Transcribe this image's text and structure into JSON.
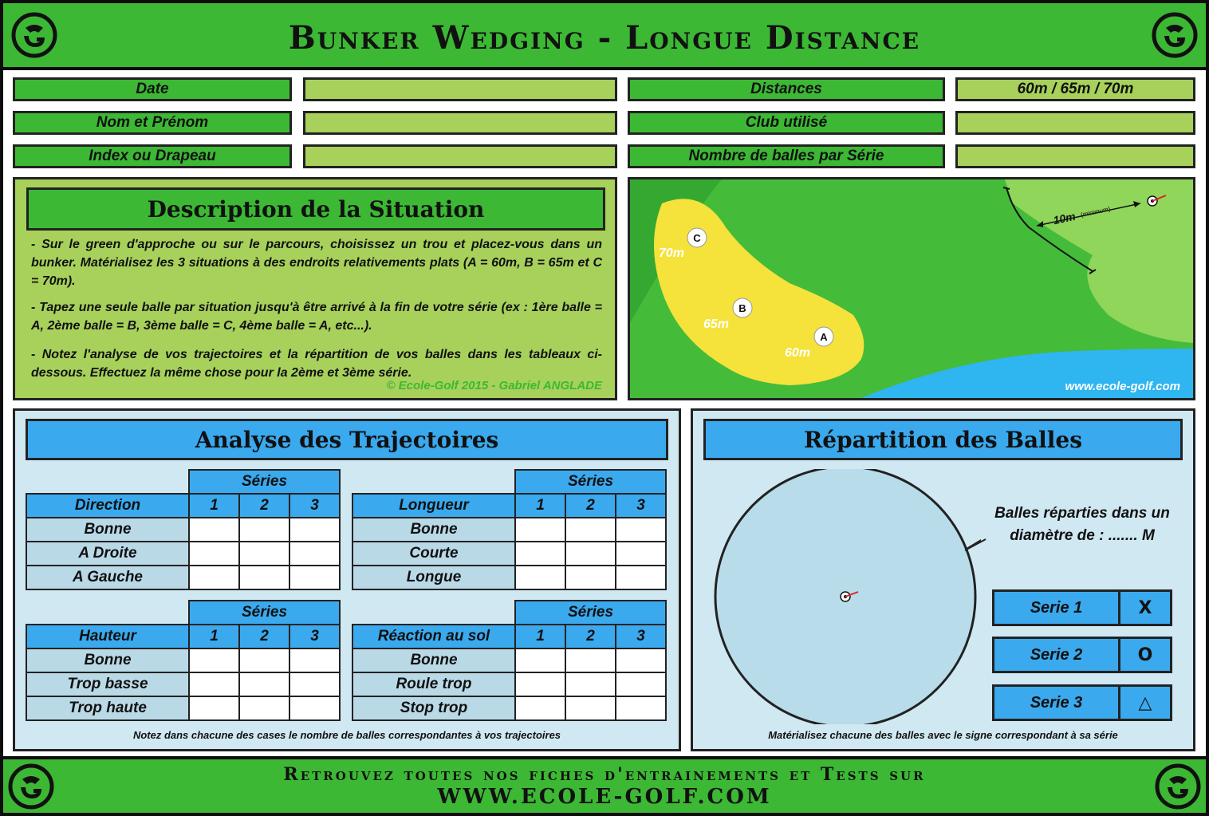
{
  "header": {
    "title": "Bunker Wedging - Longue Distance"
  },
  "info": {
    "date_label": "Date",
    "name_label": "Nom et Prénom",
    "index_label": "Index ou Drapeau",
    "distances_label": "Distances",
    "distances_value": "60m / 65m / 70m",
    "club_label": "Club utilisé",
    "balls_label": "Nombre de balles par Série"
  },
  "description": {
    "title": "Description de la Situation",
    "p1": "- Sur le green d'approche ou sur le parcours, choisissez un trou et placez-vous dans un bunker. Matérialisez les 3 situations à des endroits relativements plats (A = 60m, B = 65m et C = 70m).",
    "p2": "- Tapez une seule balle par situation jusqu'à être arrivé à la fin de votre série (ex : 1ère balle = A, 2ème balle = B, 3ème balle = C, 4ème balle = A, etc...).",
    "p3": "- Notez l'analyse de vos trajectoires et la répartition de vos balles dans les tableaux ci-dessous. Effectuez la même chose pour la 2ème et 3ème série.",
    "copyright": "© Ecole-Golf 2015 - Gabriel ANGLADE"
  },
  "map": {
    "marker_a": "A",
    "marker_b": "B",
    "marker_c": "C",
    "dist_a": "60m",
    "dist_b": "65m",
    "dist_c": "70m",
    "min_distance": "10m",
    "min_note": "(minimum)",
    "website": "www.ecole-golf.com"
  },
  "analysis": {
    "title": "Analyse des Trajectoires",
    "series_label": "Séries",
    "col1": "1",
    "col2": "2",
    "col3": "3",
    "direction": {
      "head": "Direction",
      "rows": [
        "Bonne",
        "A Droite",
        "A Gauche"
      ]
    },
    "longueur": {
      "head": "Longueur",
      "rows": [
        "Bonne",
        "Courte",
        "Longue"
      ]
    },
    "hauteur": {
      "head": "Hauteur",
      "rows": [
        "Bonne",
        "Trop basse",
        "Trop haute"
      ]
    },
    "reaction": {
      "head": "Réaction au sol",
      "rows": [
        "Bonne",
        "Roule trop",
        "Stop trop"
      ]
    },
    "note": "Notez dans chacune des cases le nombre de balles correspondantes à vos trajectoires"
  },
  "repartition": {
    "title": "Répartition des Balles",
    "text_line1": "Balles réparties dans un",
    "text_line2": "diamètre de : ....... M",
    "series": [
      {
        "name": "Serie 1",
        "symbol": "X"
      },
      {
        "name": "Serie 2",
        "symbol": "O"
      },
      {
        "name": "Serie 3",
        "symbol": "△"
      }
    ],
    "note": "Matérialisez chacune des balles avec le signe correspondant à sa série"
  },
  "footer": {
    "line1": "Retrouvez toutes nos fiches d'entrainements et Tests sur",
    "line2": "WWW.ECOLE-GOLF.COM"
  },
  "colors": {
    "green": "#3cb834",
    "light_green": "#a7d15b",
    "blue": "#3aa9ee",
    "light_blue": "#d0e8f2",
    "sand": "#f5e23a"
  }
}
